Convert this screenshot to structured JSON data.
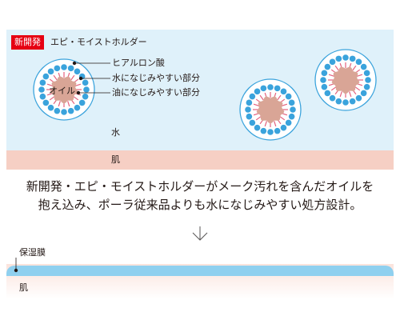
{
  "diagram": {
    "badge": "新開発",
    "product_name": "エピ・モイストホルダー",
    "callouts": {
      "hyaluronic": "ヒアルロン酸",
      "water_affinity": "水になじみやすい部分",
      "oil_affinity": "油になじみやすい部分"
    },
    "oil_label": "オイル",
    "water_label": "水",
    "skin_label": "肌",
    "description_line1": "新開発・エピ・モイストホルダーがメーク汚れを含んだオイルを",
    "description_line2": "抱え込み、ポーラ従来品よりも水になじみやすい処方設計。",
    "membrane_label": "保湿膜",
    "bottom_skin_label": "肌",
    "colors": {
      "panel": "#dff1fa",
      "skin": "#f6cfc4",
      "oil_core": "#d9a596",
      "lipophilic_tail": "#e4607d",
      "hydrophilic_head": "#3aa3dc",
      "membrane": "#8fd0ef",
      "badge": "#e60012"
    }
  }
}
